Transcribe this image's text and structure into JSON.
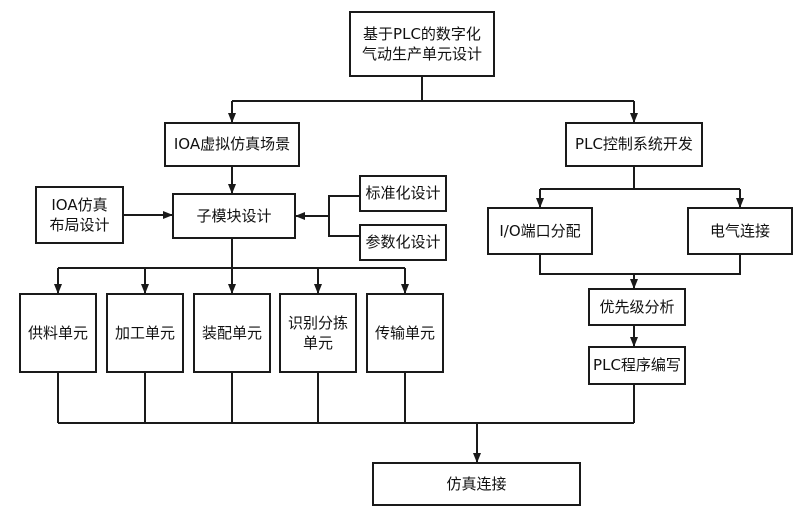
{
  "diagram": {
    "nodes": [
      {
        "id": "top",
        "label": "基于PLC的数字化\n气动生产单元设计"
      },
      {
        "id": "ioa_scene",
        "label": "IOA虚拟仿真场景"
      },
      {
        "id": "plc_dev",
        "label": "PLC控制系统开发"
      },
      {
        "id": "ioa_layout",
        "label": "IOA仿真\n布局设计"
      },
      {
        "id": "submodule",
        "label": "子模块设计"
      },
      {
        "id": "std",
        "label": "标准化设计"
      },
      {
        "id": "param",
        "label": "参数化设计"
      },
      {
        "id": "io",
        "label": "I/O端口分配"
      },
      {
        "id": "elec",
        "label": "电气连接"
      },
      {
        "id": "supply",
        "label": "供料单元"
      },
      {
        "id": "process",
        "label": "加工单元"
      },
      {
        "id": "assembly",
        "label": "装配单元"
      },
      {
        "id": "sort",
        "label": "识别分拣\n单元"
      },
      {
        "id": "transfer",
        "label": "传输单元"
      },
      {
        "id": "priority",
        "label": "优先级分析"
      },
      {
        "id": "plc_prog",
        "label": "PLC程序编写"
      },
      {
        "id": "sim",
        "label": "仿真连接"
      }
    ]
  }
}
